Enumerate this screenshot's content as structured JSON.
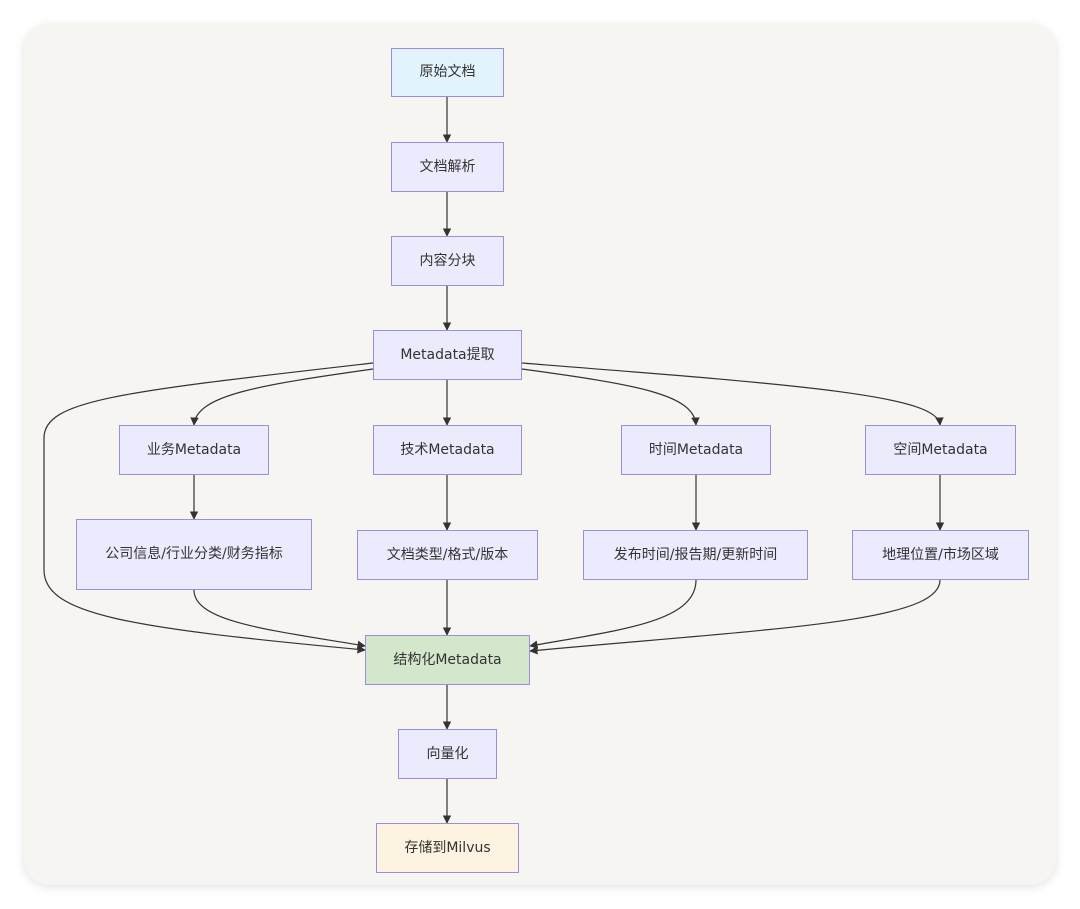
{
  "colors": {
    "canvas": "#f7f5f2",
    "node_fill": "#ecebfd",
    "node_border": "#9a8fd8",
    "start_fill": "#e3f3fd",
    "struct_fill": "#d4e7cc",
    "store_fill": "#fcf3e0",
    "edge": "#333333"
  },
  "nodes": {
    "raw": "原始文档",
    "parse": "文档解析",
    "chunk": "内容分块",
    "extract": "Metadata提取",
    "business": "业务Metadata",
    "tech": "技术Metadata",
    "time": "时间Metadata",
    "space": "空间Metadata",
    "business_detail": "公司信息/行业分类/财务指标",
    "tech_detail": "文档类型/格式/版本",
    "time_detail": "发布时间/报告期/更新时间",
    "space_detail": "地理位置/市场区域",
    "structured": "结构化Metadata",
    "vectorize": "向量化",
    "store": "存储到Milvus"
  },
  "edges": [
    [
      "raw",
      "parse"
    ],
    [
      "parse",
      "chunk"
    ],
    [
      "chunk",
      "extract"
    ],
    [
      "extract",
      "business"
    ],
    [
      "extract",
      "tech"
    ],
    [
      "extract",
      "time"
    ],
    [
      "extract",
      "space"
    ],
    [
      "extract",
      "structured"
    ],
    [
      "business",
      "business_detail"
    ],
    [
      "tech",
      "tech_detail"
    ],
    [
      "time",
      "time_detail"
    ],
    [
      "space",
      "space_detail"
    ],
    [
      "business_detail",
      "structured"
    ],
    [
      "tech_detail",
      "structured"
    ],
    [
      "time_detail",
      "structured"
    ],
    [
      "space_detail",
      "structured"
    ],
    [
      "structured",
      "vectorize"
    ],
    [
      "vectorize",
      "store"
    ]
  ]
}
